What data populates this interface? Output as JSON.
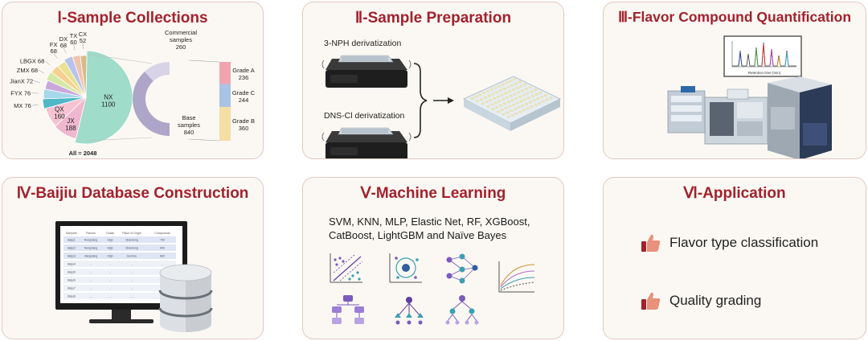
{
  "panels": {
    "p1": {
      "title": "Ⅰ-Sample Collections",
      "slices": [
        {
          "name": "NX",
          "value": 1100
        },
        {
          "name": "JX",
          "value": 188
        },
        {
          "name": "QX",
          "value": 160
        },
        {
          "name": "MX",
          "value": 76
        },
        {
          "name": "FYX",
          "value": 76
        },
        {
          "name": "JianX",
          "value": 72
        },
        {
          "name": "ZMX",
          "value": 68
        },
        {
          "name": "LBGX",
          "value": 68
        },
        {
          "name": "FX",
          "value": 68
        },
        {
          "name": "DX",
          "value": 68
        },
        {
          "name": "TX",
          "value": 60
        },
        {
          "name": "CX",
          "value": 52
        }
      ],
      "total_label": "All = 2048",
      "commercial_label": "Commercial samples",
      "commercial_value": "260",
      "base_label": "Base samples",
      "base_value": "840",
      "grades": [
        {
          "name": "Grade A",
          "value": "236"
        },
        {
          "name": "Grade C",
          "value": "244"
        },
        {
          "name": "Grade B",
          "value": "360"
        }
      ],
      "colors": {
        "NX": "#9fdcc9",
        "JX": "#f0b7cf",
        "QX": "#f5c3d2",
        "MX": "#4fb8c7",
        "FYX": "#a7d7eb",
        "JianX": "#c9a9dc",
        "ZMX": "#d4e9a6",
        "LBGX": "#f5d08f",
        "FX": "#e9e18f",
        "DX": "#b7c3ec",
        "TX": "#f0c3ab",
        "CX": "#d7ba8a",
        "commercial": "#d8d4e6",
        "base": "#aea6c8",
        "gradeA": "#f1a4b0",
        "gradeC": "#a9c3e6",
        "gradeB": "#f6dda3"
      }
    },
    "p2": {
      "title": "Ⅱ-Sample Preparation",
      "deriv1": "3-NPH derivatization",
      "deriv2": "DNS-Cl derivatization"
    },
    "p3": {
      "title": "Ⅲ-Flavor Compound Quantification",
      "axis_label": "Retention time (min)"
    },
    "p4": {
      "title": "Ⅳ-Baijiu  Database Construction",
      "columns": [
        "Samples",
        "Flavors",
        "Grade",
        "Place of Origin",
        "Compounds"
      ],
      "rows": [
        [
          "Baiju1",
          "Nongxiang",
          "High",
          "Shandong",
          "790"
        ],
        [
          "Baiju2",
          "Nongxiang",
          "High",
          "Shandong",
          "800"
        ],
        [
          "Baiju3",
          "Jiangxiang",
          "High",
          "Guizhou",
          "860"
        ],
        [
          "Baiju4",
          "...",
          "...",
          "...",
          "..."
        ],
        [
          "Baiju5",
          "...",
          "...",
          "...",
          "..."
        ],
        [
          "Baiju6",
          "...",
          "...",
          "...",
          "..."
        ],
        [
          "Baiju7",
          "...",
          "...",
          "...",
          "..."
        ],
        [
          "Baiju8",
          "...",
          "...",
          "...",
          "..."
        ]
      ]
    },
    "p5": {
      "title": "Ⅴ-Machine Learning",
      "algorithms": "SVM, KNN, MLP, Elastic Net, RF,  XGBoost, CatBoost, LightGBM and Naïve Bayes"
    },
    "p6": {
      "title": "Ⅵ-Application",
      "item1": "Flavor type classification",
      "item2": "Quality grading"
    }
  }
}
